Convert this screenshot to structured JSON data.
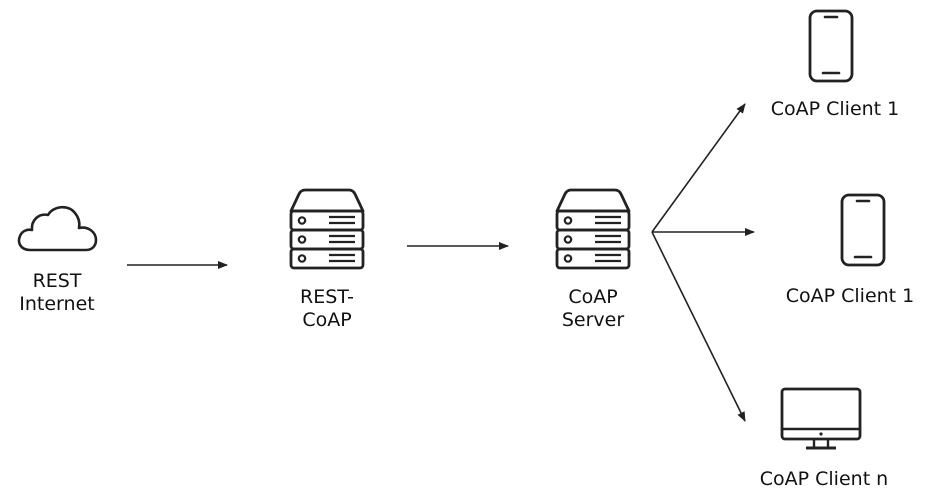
{
  "diagram": {
    "nodes": [
      {
        "id": "internet",
        "icon": "cloud-icon",
        "label_lines": [
          "REST",
          "Internet"
        ]
      },
      {
        "id": "proxy",
        "icon": "server-stack-icon",
        "label_lines": [
          "REST-",
          "CoAP"
        ]
      },
      {
        "id": "server",
        "icon": "server-stack-icon",
        "label_lines": [
          "CoAP",
          "Server"
        ]
      },
      {
        "id": "client-top",
        "icon": "smartphone-icon",
        "label": "CoAP Client 1"
      },
      {
        "id": "client-mid",
        "icon": "smartphone-icon",
        "label": "CoAP Client 1"
      },
      {
        "id": "client-bottom",
        "icon": "desktop-monitor-icon",
        "label": "CoAP Client n"
      }
    ],
    "edges": [
      {
        "from": "internet",
        "to": "proxy"
      },
      {
        "from": "proxy",
        "to": "server"
      },
      {
        "from": "server",
        "to": "client-top"
      },
      {
        "from": "server",
        "to": "client-mid"
      },
      {
        "from": "server",
        "to": "client-bottom"
      }
    ],
    "colors": {
      "stroke": "#222222",
      "text": "#111111",
      "background": "#ffffff"
    }
  }
}
